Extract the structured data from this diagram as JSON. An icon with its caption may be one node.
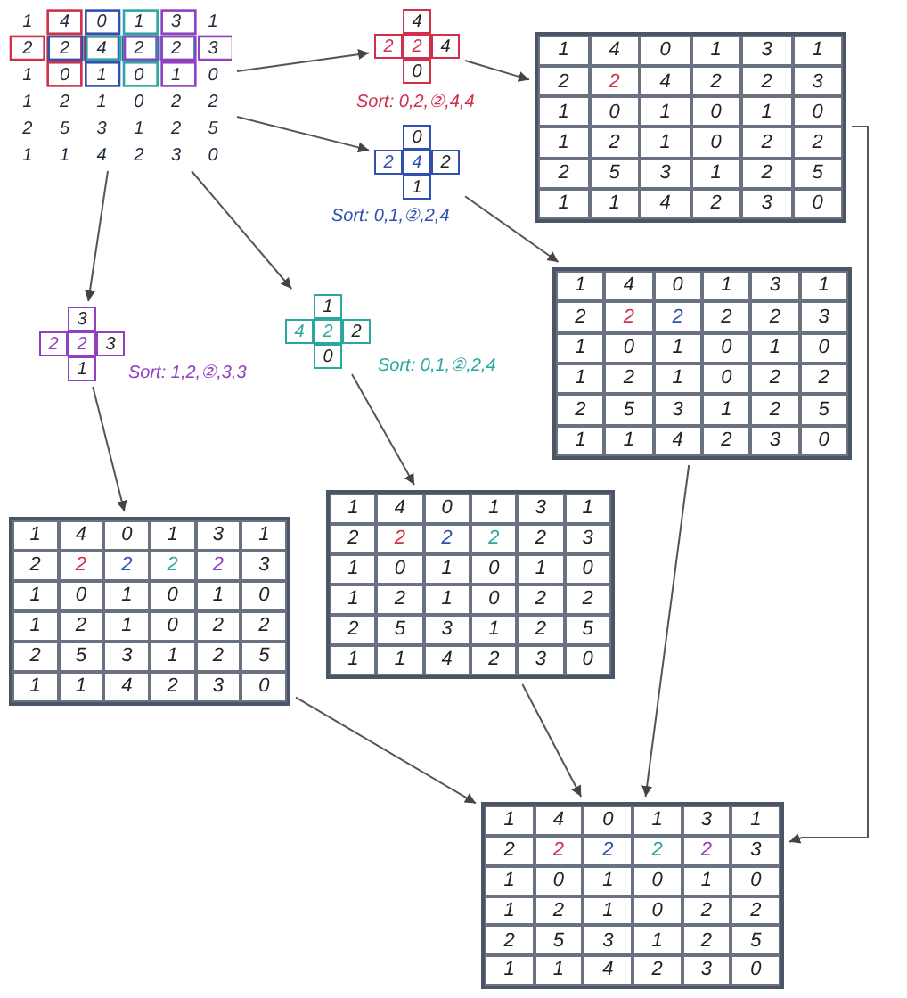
{
  "diagram": {
    "nodes": [
      {
        "text": [
          "1",
          "4",
          "0",
          "1",
          "3",
          "1",
          "2",
          "2",
          "4",
          "2",
          "2",
          "3",
          "1",
          "0",
          "1",
          "0",
          "1",
          "0",
          "1",
          "2",
          "1",
          "0",
          "2",
          "2",
          "2",
          "5",
          "3",
          "1",
          "2",
          "5",
          "1",
          "1",
          "4",
          "2",
          "3",
          "0"
        ]
      },
      {
        "text": [
          "4",
          "2",
          "2",
          "4",
          "0"
        ],
        "beside": [
          "Sort: 0,2,②,4,4"
        ]
      },
      {
        "text": [
          "0",
          "2",
          "4",
          "2",
          "1"
        ],
        "beside": [
          "Sort: 0,1,②,2,4"
        ]
      },
      {
        "text": [
          "1",
          "4",
          "0",
          "1",
          "3",
          "1",
          "2",
          "2",
          "4",
          "2",
          "2",
          "3",
          "1",
          "0",
          "1",
          "0",
          "1",
          "0",
          "1",
          "2",
          "1",
          "0",
          "2",
          "2",
          "2",
          "5",
          "3",
          "1",
          "2",
          "5",
          "1",
          "1",
          "4",
          "2",
          "3",
          "0"
        ]
      },
      {
        "text": [
          "3",
          "2",
          "2",
          "3",
          "1"
        ],
        "beside": [
          "Sort: 1,2,②,3,3"
        ]
      },
      {
        "text": [
          "1",
          "4",
          "2",
          "2",
          "0"
        ],
        "beside": [
          "Sort: 0,1,②,2,4"
        ]
      },
      {
        "text": [
          "1",
          "4",
          "0",
          "1",
          "3",
          "1",
          "2",
          "2",
          "2",
          "2",
          "2",
          "3",
          "1",
          "0",
          "1",
          "0",
          "1",
          "0",
          "1",
          "2",
          "1",
          "0",
          "2",
          "2",
          "2",
          "5",
          "3",
          "1",
          "2",
          "5",
          "1",
          "1",
          "4",
          "2",
          "3",
          "0"
        ]
      },
      {
        "text": [
          "1",
          "4",
          "0",
          "1",
          "3",
          "1",
          "2",
          "2",
          "2",
          "2",
          "2",
          "3",
          "1",
          "0",
          "1",
          "0",
          "1",
          "0",
          "1",
          "2",
          "1",
          "0",
          "2",
          "2",
          "2",
          "5",
          "3",
          "1",
          "2",
          "5",
          "1",
          "1",
          "4",
          "2",
          "3",
          "0"
        ]
      },
      {
        "text": [
          "1",
          "4",
          "0",
          "1",
          "3",
          "1",
          "2",
          "2",
          "2",
          "2",
          "2",
          "3",
          "1",
          "0",
          "1",
          "0",
          "1",
          "0",
          "1",
          "2",
          "1",
          "0",
          "2",
          "2",
          "2",
          "5",
          "3",
          "1",
          "2",
          "5",
          "1",
          "1",
          "4",
          "2",
          "3",
          "0"
        ]
      },
      {
        "text": [
          "1",
          "4",
          "0",
          "1",
          "3",
          "1",
          "2",
          "2",
          "2",
          "2",
          "2",
          "3",
          "1",
          "0",
          "1",
          "0",
          "1",
          "0",
          "1",
          "2",
          "1",
          "0",
          "2",
          "2",
          "2",
          "5",
          "3",
          "1",
          "2",
          "5",
          "1",
          "1",
          "4",
          "2",
          "3",
          "0"
        ]
      }
    ],
    "edges": [
      {
        "from": 0,
        "to": 1,
        "arrow": "to"
      },
      {
        "from": 1,
        "to": 3,
        "arrow": "to"
      },
      {
        "from": 0,
        "to": 2,
        "arrow": "to"
      },
      {
        "from": 2,
        "to": 6,
        "arrow": "to"
      },
      {
        "from": 0,
        "to": 4,
        "arrow": "to"
      },
      {
        "from": 0,
        "to": 5,
        "arrow": "to"
      },
      {
        "from": 4,
        "to": 7,
        "arrow": "to"
      },
      {
        "from": 5,
        "to": 8,
        "arrow": "to"
      },
      {
        "from": 3,
        "to": 9,
        "arrow": "to"
      },
      {
        "from": 6,
        "to": 9,
        "arrow": "to"
      },
      {
        "from": 8,
        "to": 9,
        "arrow": "to"
      },
      {
        "from": 7,
        "to": 9,
        "arrow": "to"
      }
    ]
  }
}
